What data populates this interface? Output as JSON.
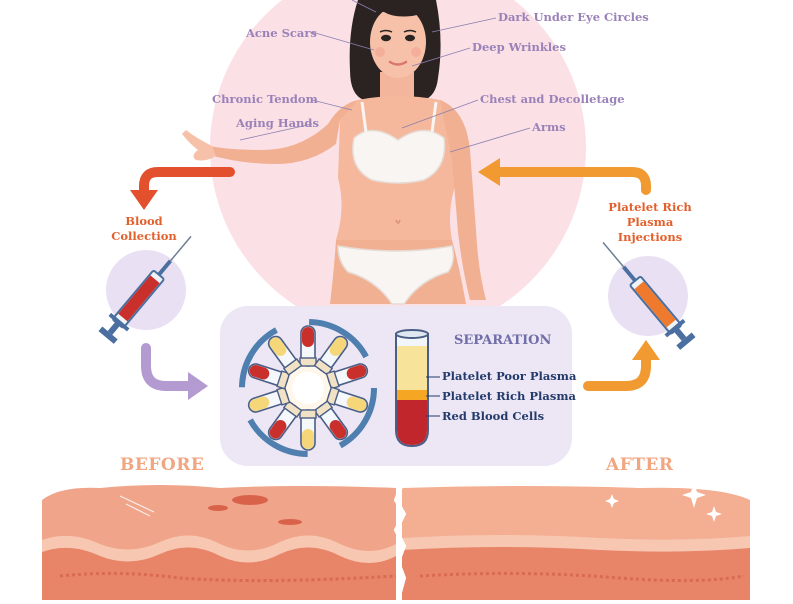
{
  "face_labels": {
    "dark_under_eye": "Dark Under Eye Circles",
    "acne_scars": "Acne Scars",
    "deep_wrinkles": "Deep Wrinkles",
    "chronic_tendom": "Chronic Tendom",
    "chest": "Chest and Decolletage",
    "aging_hands": "Aging Hands",
    "arms": "Arms"
  },
  "process": {
    "blood_collection": [
      "Blood",
      "Collection"
    ],
    "prp_injections": [
      "Platelet Rich",
      "Plasma",
      "Injections"
    ]
  },
  "separation": {
    "title": "SEPARATION",
    "layers": [
      "Platelet Poor Plasma",
      "Platelet Rich Plasma",
      "Red Blood Cells"
    ]
  },
  "comparison": {
    "before": "BEFORE",
    "after": "AFTER"
  },
  "colors": {
    "background_circle": "#fbe0e6",
    "arrow_red": "#e2502e",
    "arrow_orange": "#f19a32",
    "arrow_purple": "#b39ad0",
    "separation_panel": "#ece6f5",
    "skin_top": "#f0a48a",
    "skin_deep": "#e88468"
  }
}
